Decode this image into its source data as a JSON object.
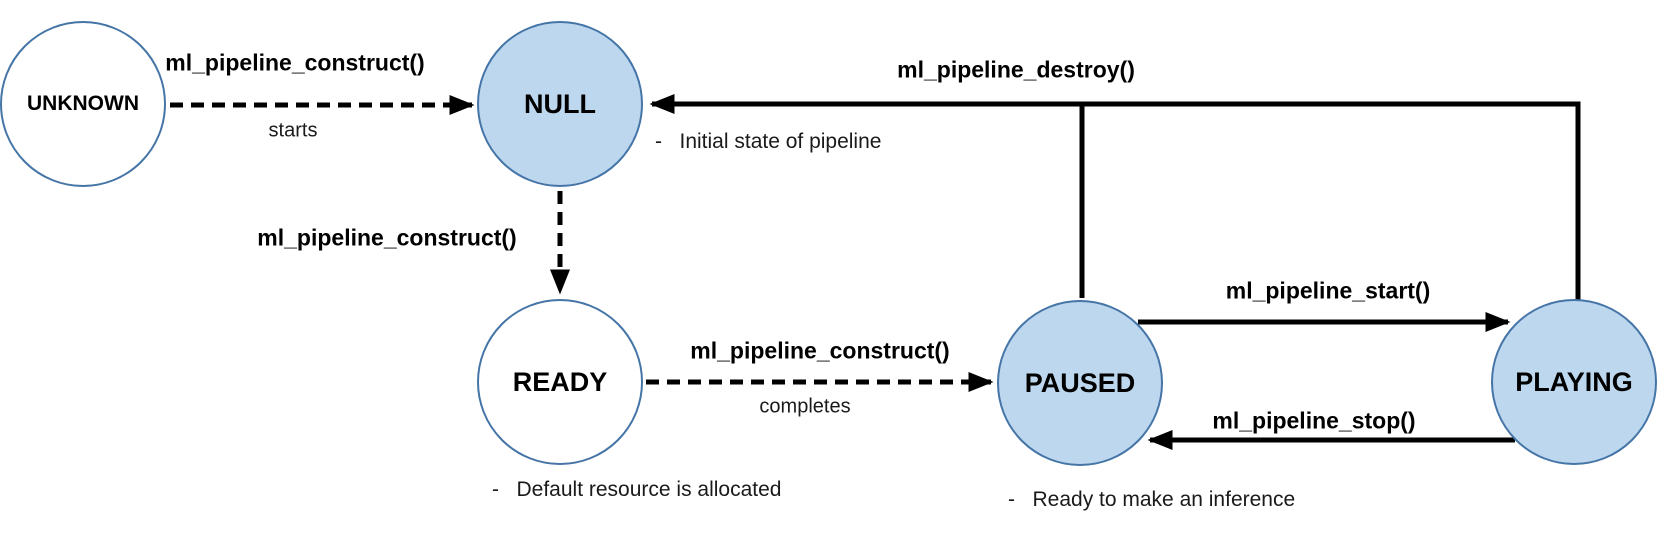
{
  "diagram": {
    "type": "state-machine",
    "description_source": "pixels-only",
    "colors": {
      "node_fill": "#BDD7EE",
      "node_fill_white": "#FFFFFF",
      "node_border": "#4575A7",
      "edge": "#000000"
    },
    "nodes": [
      {
        "id": "unknown",
        "label": "UNKNOWN",
        "fill": "white"
      },
      {
        "id": "null",
        "label": "NULL",
        "fill": "blue"
      },
      {
        "id": "ready",
        "label": "READY",
        "fill": "white"
      },
      {
        "id": "paused",
        "label": "PAUSED",
        "fill": "blue"
      },
      {
        "id": "playing",
        "label": "PLAYING",
        "fill": "blue"
      }
    ],
    "edges": {
      "construct_unknown_null": {
        "from": "UNKNOWN",
        "to": "NULL",
        "style": "dashed",
        "label": "ml_pipeline_construct()",
        "sublabel": "starts"
      },
      "construct_null_ready": {
        "from": "NULL",
        "to": "READY",
        "style": "dashed",
        "label": "ml_pipeline_construct()"
      },
      "construct_ready_paused": {
        "from": "READY",
        "to": "PAUSED",
        "style": "dashed",
        "label": "ml_pipeline_construct()",
        "sublabel": "completes"
      },
      "destroy": {
        "from": "PAUSED / PLAYING",
        "to": "NULL",
        "style": "solid",
        "label": "ml_pipeline_destroy()"
      },
      "start": {
        "from": "PAUSED",
        "to": "PLAYING",
        "style": "solid",
        "label": "ml_pipeline_start()"
      },
      "stop": {
        "from": "PLAYING",
        "to": "PAUSED",
        "style": "solid",
        "label": "ml_pipeline_stop()"
      }
    },
    "notes": {
      "null_note": "-   Initial state of pipeline",
      "ready_note": "-   Default resource is allocated",
      "paused_note": "-   Ready to make an inference"
    }
  }
}
